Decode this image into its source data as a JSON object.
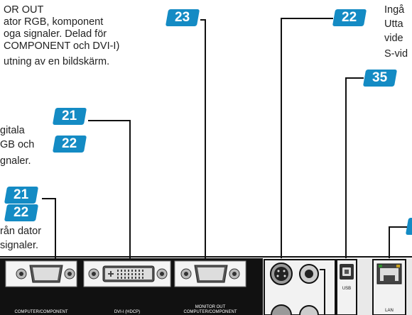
{
  "callouts": {
    "monitor_out": {
      "lines": [
        "OR OUT",
        "ator RGB, komponent",
        "oga signaler. Delad för",
        "COMPONENT och DVI-I)",
        "utning av en bildskärm."
      ],
      "badge": "23"
    },
    "dvi": {
      "lines": [
        "gitala",
        "GB och",
        "gnaler."
      ],
      "badges": [
        "21",
        "22"
      ]
    },
    "computer": {
      "lines": [
        "rån dator",
        "signaler."
      ],
      "badges": [
        "21",
        "22"
      ]
    },
    "svideo": {
      "lines": [
        "Ingå",
        "Utta",
        "vide",
        "S-vid"
      ],
      "badge": "22"
    },
    "usb": {
      "badge": "35"
    }
  },
  "panel": {
    "ports": {
      "computer_component": "COMPUTER/COMPONENT",
      "dvi": "DVI-I (HDCP)",
      "monitor_out_line1": "MONITOR OUT",
      "monitor_out_line2": "COMPUTER/COMPONENT",
      "usb": "USB",
      "lan": "LAN"
    }
  },
  "colors": {
    "badge_blue": "#148bc4",
    "panel_black": "#111111",
    "port_silver": "#c8c8c8"
  }
}
